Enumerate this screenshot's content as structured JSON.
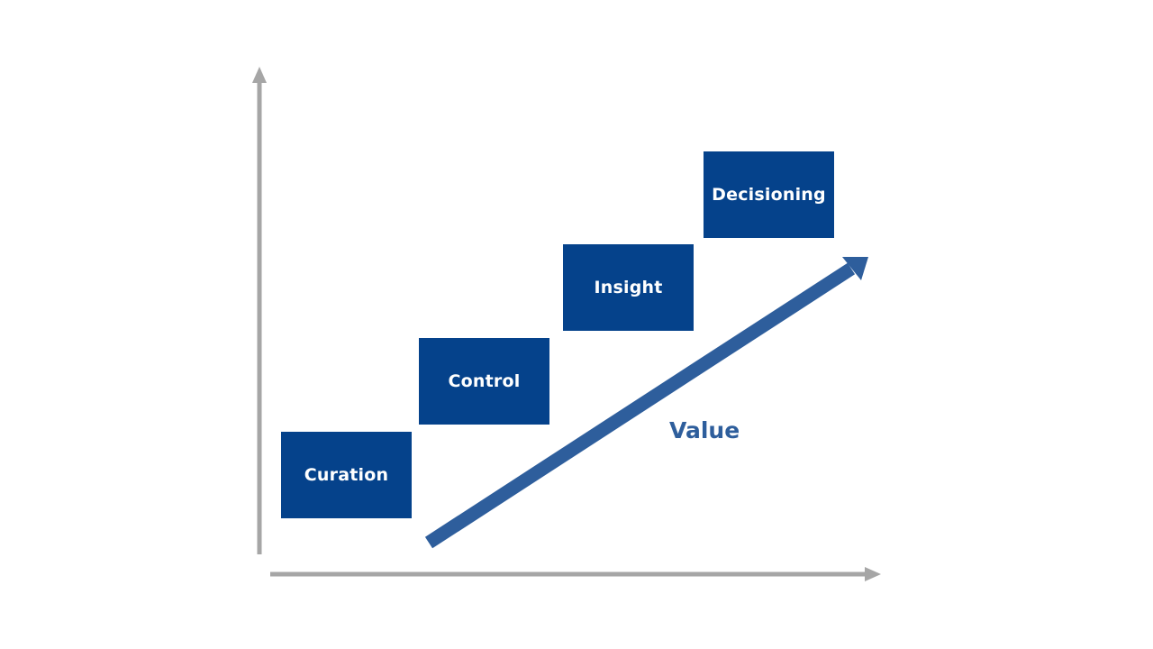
{
  "steps": [
    {
      "label": "Curation"
    },
    {
      "label": "Control"
    },
    {
      "label": "Insight"
    },
    {
      "label": "Decisioning"
    }
  ],
  "arrow_label": "Value",
  "colors": {
    "step_fill": "#05428b",
    "step_text": "#ffffff",
    "value_arrow": "#2e5e9c",
    "axis": "#a6a6a6",
    "background": "#ffffff"
  }
}
